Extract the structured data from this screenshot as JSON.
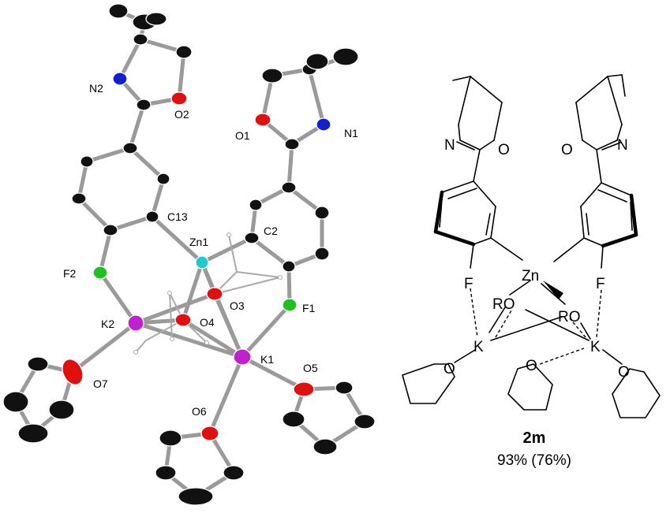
{
  "crystal_structure": {
    "labels": {
      "n2": "N2",
      "o2": "O2",
      "o1": "O1",
      "n1": "N1",
      "c13": "C13",
      "c2": "C2",
      "zn1": "Zn1",
      "f2": "F2",
      "f1": "F1",
      "o3": "O3",
      "o4": "O4",
      "k2": "K2",
      "k1": "K1",
      "o7": "O7",
      "o5": "O5",
      "o6": "O6"
    },
    "colors": {
      "carbon": "#111111",
      "oxygen": "#e01010",
      "nitrogen": "#1020d0",
      "fluorine": "#20c020",
      "potassium": "#c020d0",
      "zinc": "#20c8d0",
      "bond": "#9a9a9a"
    }
  },
  "scheme": {
    "atoms": {
      "n_left": "N",
      "o_left": "O",
      "n_right": "N",
      "o_right": "O",
      "f_left": "F",
      "f_right": "F",
      "zn": "Zn",
      "ro_left": "RO",
      "ro_right": "RO",
      "k_left": "K",
      "k_right": "K",
      "thf_o_left": "O",
      "thf_o_mid": "O",
      "thf_o_right": "O"
    },
    "compound_label": "2m",
    "yield_text": "93% (76%)",
    "colors": {
      "zn": "#1a1aa8",
      "k": "#d020c8",
      "text": "#000000"
    }
  }
}
